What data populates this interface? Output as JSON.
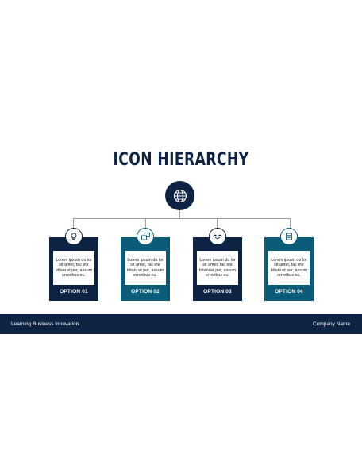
{
  "title": "ICON HIERARCHY",
  "hub": {
    "icon": "globe-icon"
  },
  "cards": [
    {
      "label": "OPTION 01",
      "text": "Lorem ipsum do lor sit amet, fac ete tritani et per, assum erroribus eu.",
      "icon": "lightbulb-icon",
      "color": "#0e2244"
    },
    {
      "label": "OPTION 02",
      "text": "Lorem ipsum do lor sit amet, fac ete tritani et per, assum erroribus eu.",
      "icon": "chat-icon",
      "color": "#0b5c78"
    },
    {
      "label": "OPTION 03",
      "text": "Lorem ipsum do lor sit amet, fac ete tritani et per, assum erroribus eu.",
      "icon": "handshake-icon",
      "color": "#0e2244"
    },
    {
      "label": "OPTION 04",
      "text": "Lorem ipsum do lor sit amet, fac ete tritani et per, assum erroribus eu.",
      "icon": "document-icon",
      "color": "#0b5c78"
    }
  ],
  "footer": {
    "left": "Learning Business Innovation",
    "right": "Company Name"
  },
  "colors": {
    "navy": "#0e2244",
    "teal": "#0b5c78",
    "connector": "#9aa0a8"
  }
}
